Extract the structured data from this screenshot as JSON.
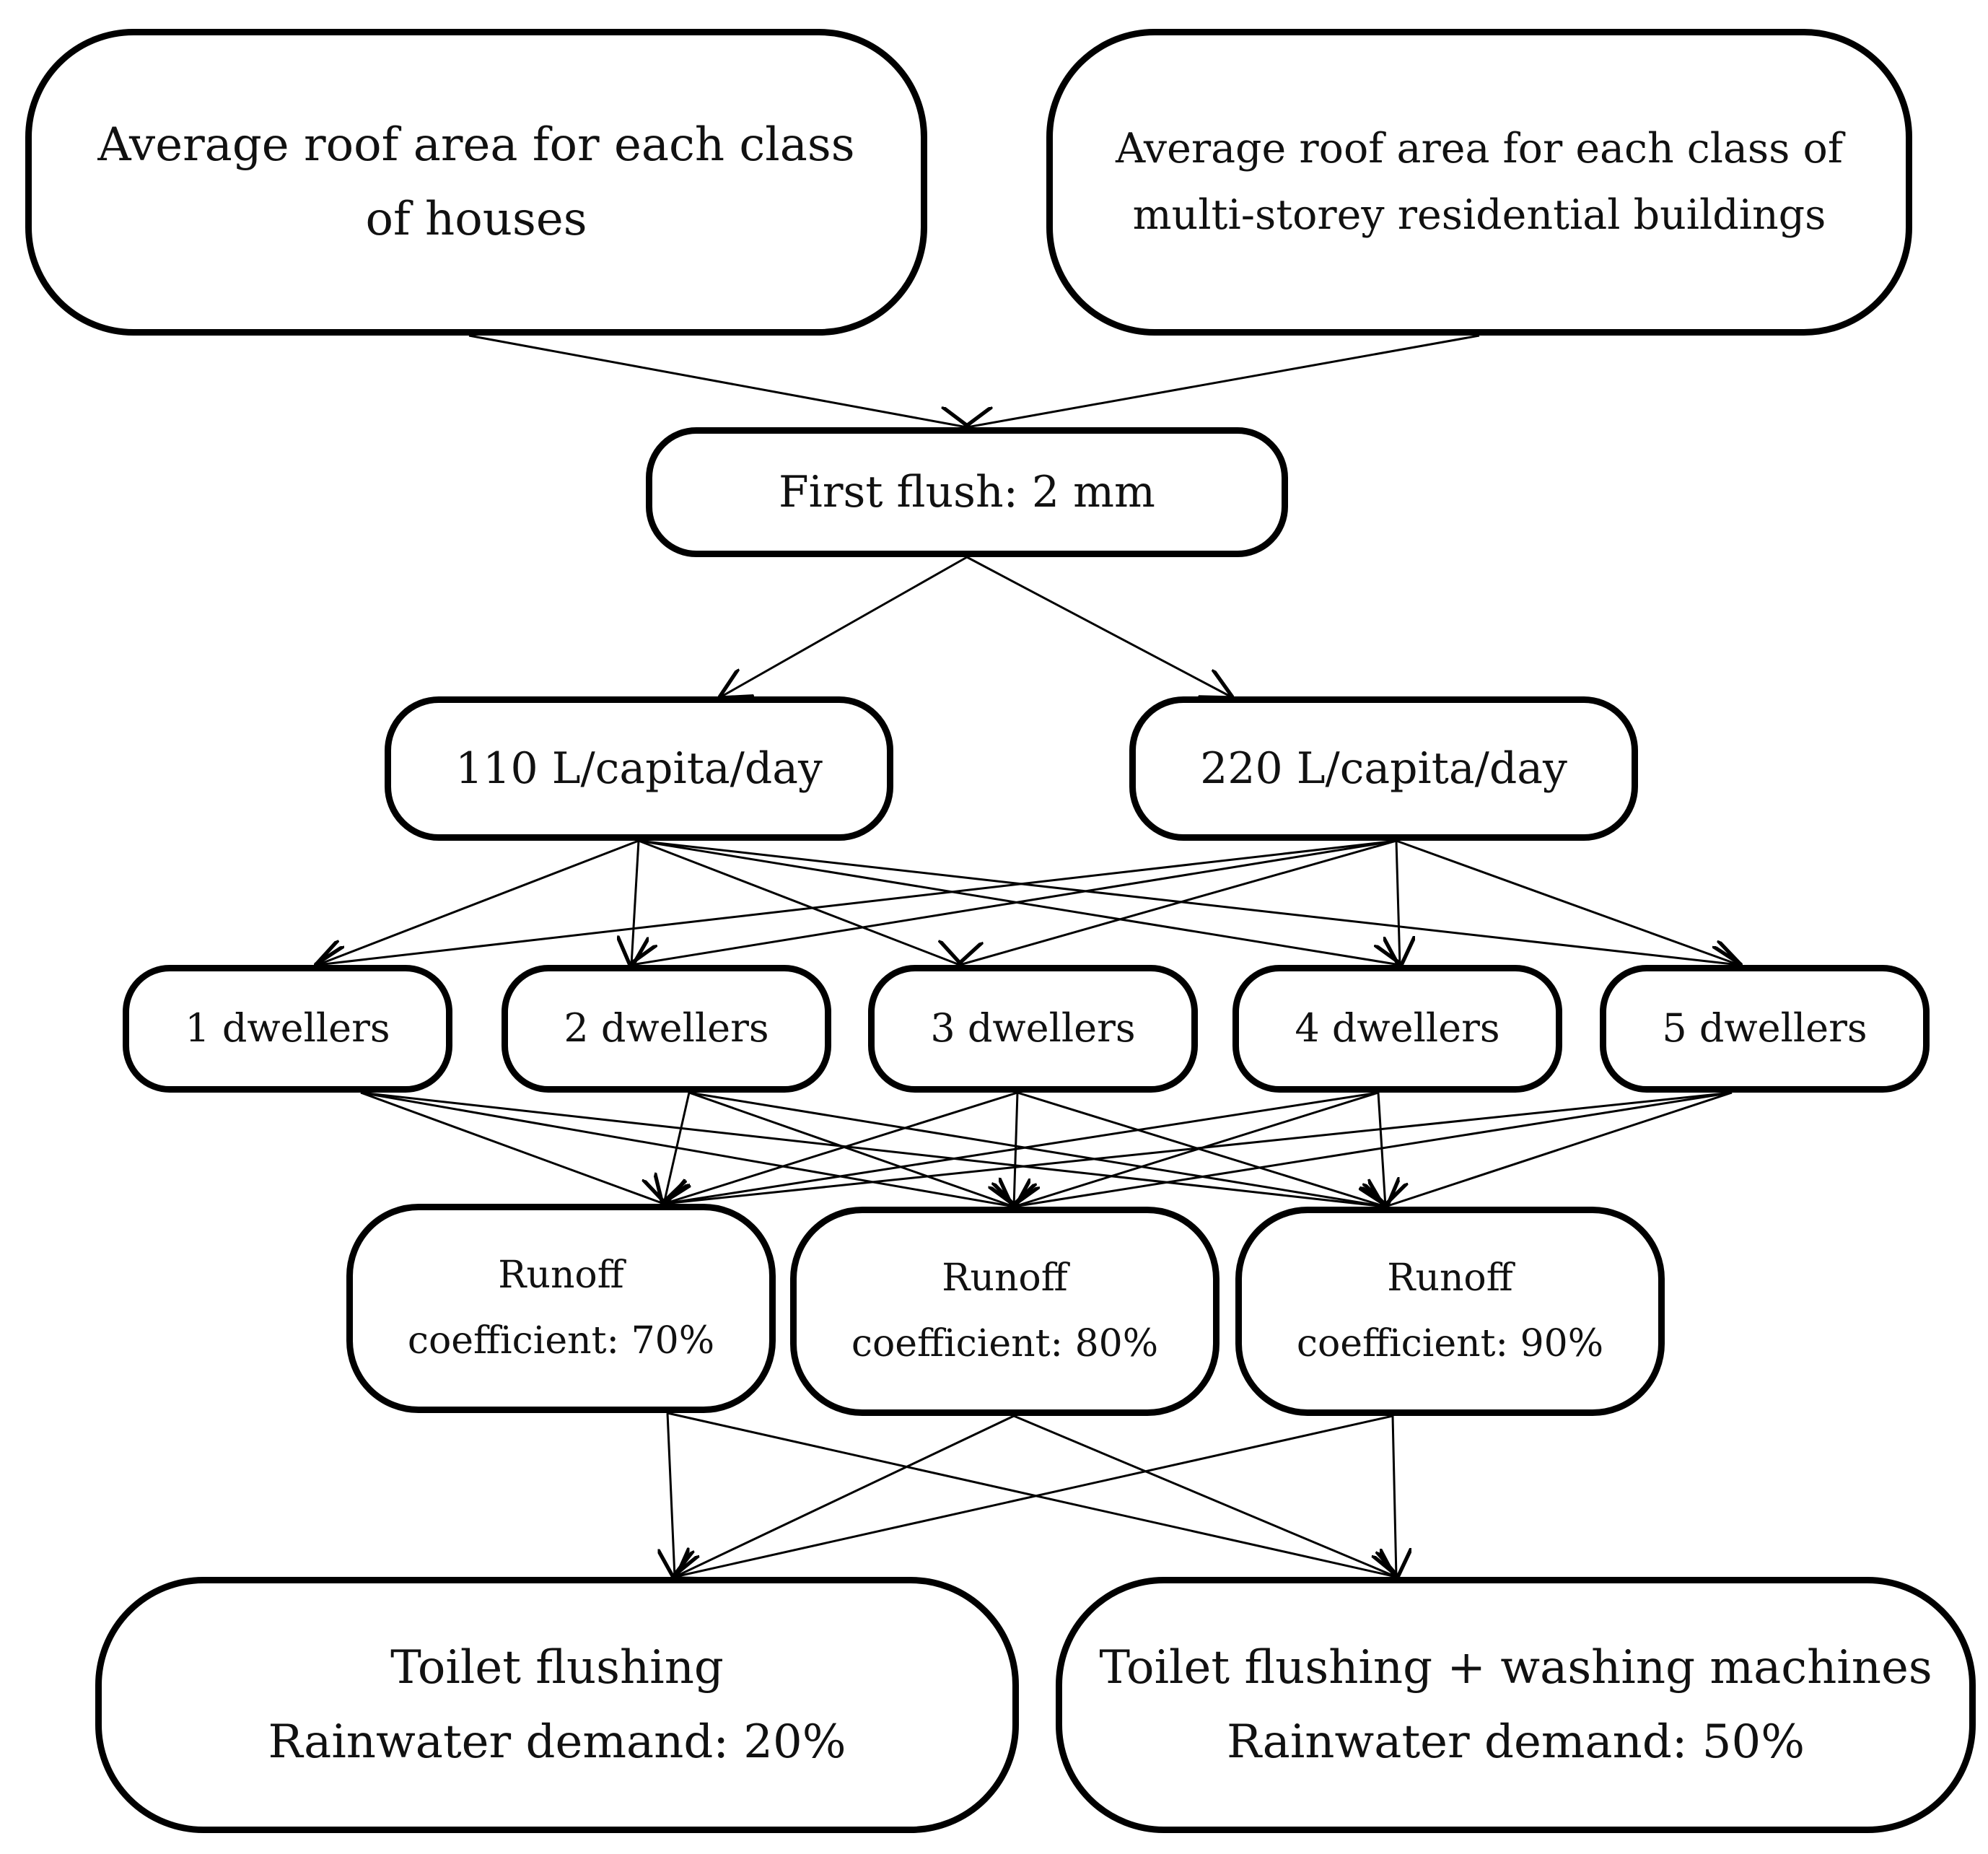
{
  "nodes": {
    "houses": {
      "line1": "Average roof area for each class",
      "line2": "of houses"
    },
    "multistorey": {
      "line1": "Average roof area for each class of",
      "line2": "multi-storey residential buildings"
    },
    "first_flush": {
      "label": "First flush: 2 mm"
    },
    "consumption_110": {
      "label": "110 L/capita/day"
    },
    "consumption_220": {
      "label": "220 L/capita/day"
    },
    "dwellers": [
      "1 dwellers",
      "2 dwellers",
      "3 dwellers",
      "4 dwellers",
      "5 dwellers"
    ],
    "runoff": [
      {
        "line1": "Runoff",
        "line2": "coefficient: 70%"
      },
      {
        "line1": "Runoff",
        "line2": "coefficient: 80%"
      },
      {
        "line1": "Runoff",
        "line2": "coefficient: 90%"
      }
    ],
    "toilet": {
      "line1": "Toilet flushing",
      "line2": "Rainwater demand: 20%"
    },
    "toilet_wash": {
      "line1": "Toilet flushing + washing machines",
      "line2": "Rainwater demand: 50%"
    }
  },
  "edges": [
    [
      "houses",
      "first_flush"
    ],
    [
      "multistorey",
      "first_flush"
    ],
    [
      "first_flush",
      "consumption_110"
    ],
    [
      "first_flush",
      "consumption_220"
    ],
    [
      "consumption_110",
      "dwellers-1"
    ],
    [
      "consumption_110",
      "dwellers-2"
    ],
    [
      "consumption_110",
      "dwellers-3"
    ],
    [
      "consumption_110",
      "dwellers-4"
    ],
    [
      "consumption_110",
      "dwellers-5"
    ],
    [
      "consumption_220",
      "dwellers-1"
    ],
    [
      "consumption_220",
      "dwellers-2"
    ],
    [
      "consumption_220",
      "dwellers-3"
    ],
    [
      "consumption_220",
      "dwellers-4"
    ],
    [
      "consumption_220",
      "dwellers-5"
    ],
    [
      "dwellers-1",
      "runoff-70"
    ],
    [
      "dwellers-1",
      "runoff-80"
    ],
    [
      "dwellers-1",
      "runoff-90"
    ],
    [
      "dwellers-2",
      "runoff-70"
    ],
    [
      "dwellers-2",
      "runoff-80"
    ],
    [
      "dwellers-2",
      "runoff-90"
    ],
    [
      "dwellers-3",
      "runoff-70"
    ],
    [
      "dwellers-3",
      "runoff-80"
    ],
    [
      "dwellers-3",
      "runoff-90"
    ],
    [
      "dwellers-4",
      "runoff-70"
    ],
    [
      "dwellers-4",
      "runoff-80"
    ],
    [
      "dwellers-4",
      "runoff-90"
    ],
    [
      "dwellers-5",
      "runoff-70"
    ],
    [
      "dwellers-5",
      "runoff-80"
    ],
    [
      "dwellers-5",
      "runoff-90"
    ],
    [
      "runoff-70",
      "toilet"
    ],
    [
      "runoff-70",
      "toilet_wash"
    ],
    [
      "runoff-80",
      "toilet"
    ],
    [
      "runoff-80",
      "toilet_wash"
    ],
    [
      "runoff-90",
      "toilet"
    ],
    [
      "runoff-90",
      "toilet_wash"
    ]
  ],
  "colors": {
    "stroke": "#000000",
    "text": "#111111",
    "background": "#ffffff"
  }
}
